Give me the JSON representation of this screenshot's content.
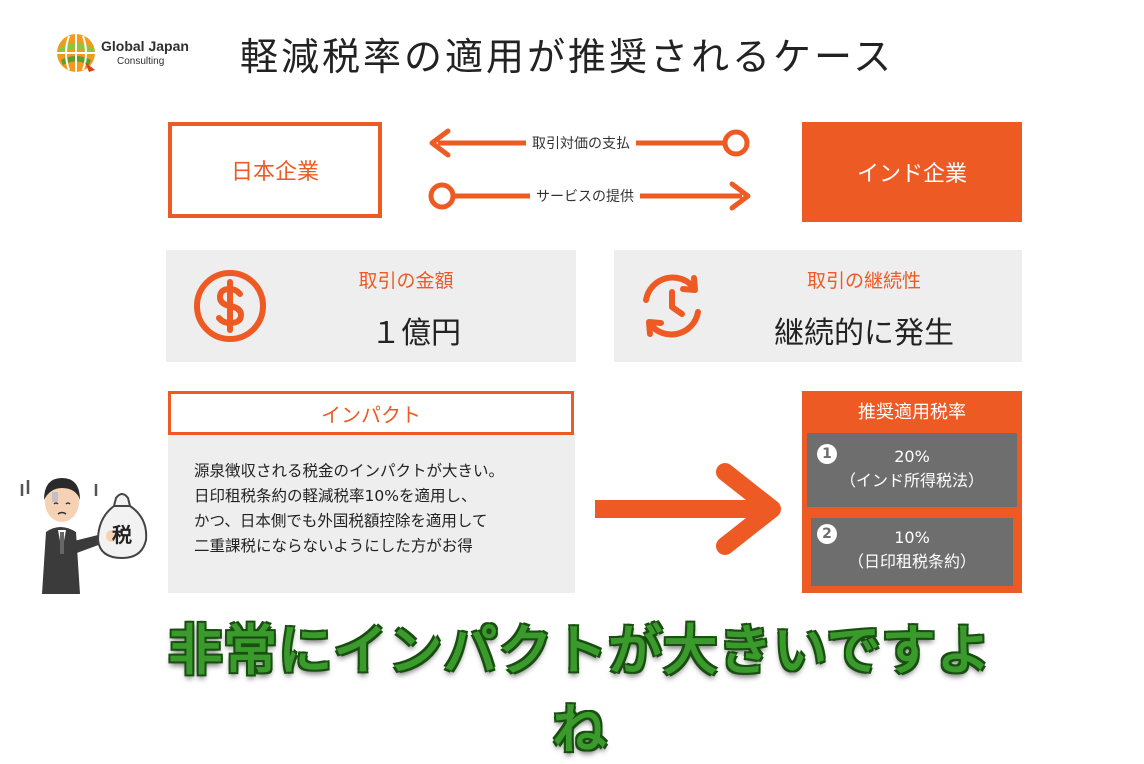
{
  "logo": {
    "line1": "Global Japan",
    "line2": "Consulting"
  },
  "title": "軽減税率の適用が推奨されるケース",
  "parties": {
    "japan": "日本企業",
    "india": "インド企業"
  },
  "arrows": {
    "payment": "取引対価の支払",
    "service": "サービスの提供"
  },
  "amount": {
    "label": "取引の金額",
    "value": "１億円",
    "icon": "dollar-icon"
  },
  "continuity": {
    "label": "取引の継続性",
    "value": "継続的に発生",
    "icon": "recurring-clock-icon"
  },
  "impact": {
    "heading": "インパクト",
    "lines": [
      "源泉徴収される税金のインパクトが大きい。",
      "日印租税条約の軽減税率10%を適用し、",
      "かつ、日本側でも外国税額控除を適用して",
      "二重課税にならないようにした方がお得"
    ]
  },
  "recommended": {
    "heading": "推奨適用税率",
    "options": [
      {
        "num": "1",
        "rate": "20%",
        "note": "（インド所得税法）"
      },
      {
        "num": "2",
        "rate": "10%",
        "note": "（日印租税条約）"
      }
    ]
  },
  "illustration": {
    "bag_label": "税"
  },
  "caption": "非常にインパクトが大きいですよね",
  "colors": {
    "accent": "#ee5a24",
    "panel": "#eeeeee",
    "rate_cell": "#6e6e6e",
    "caption_green": "#3a9b2c"
  }
}
